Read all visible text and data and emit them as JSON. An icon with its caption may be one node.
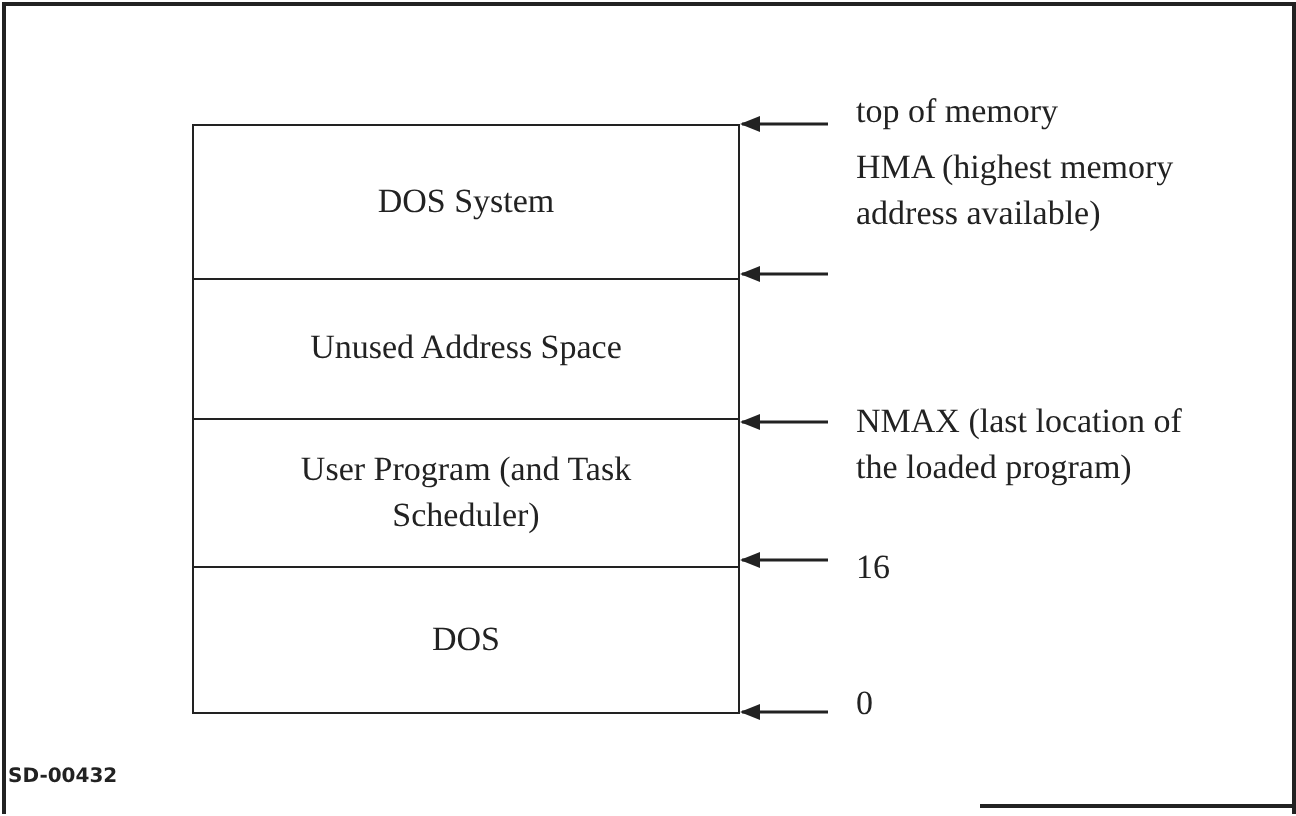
{
  "diagram": {
    "nodes": [
      {
        "text": [
          "DOS System"
        ]
      },
      {
        "text": [
          "Unused Address Space"
        ]
      },
      {
        "text": [
          "User Program (and Task Scheduler)"
        ]
      },
      {
        "text": [
          "DOS"
        ]
      },
      {
        "text": [
          "top of memory"
        ]
      },
      {
        "text": [
          "HMA (highest memory address available)"
        ]
      },
      {
        "text": [
          "NMAX (last location of the loaded program)"
        ]
      },
      {
        "text": [
          "16"
        ]
      },
      {
        "text": [
          "0"
        ]
      }
    ],
    "edges": [
      {
        "from": 4,
        "to": 0,
        "arrow": "to"
      },
      {
        "from": 5,
        "to": 1,
        "arrow": "to"
      },
      {
        "from": 6,
        "to": 2,
        "arrow": "to"
      },
      {
        "from": 7,
        "to": 3,
        "arrow": "to"
      },
      {
        "from": 8,
        "to": 3,
        "arrow": "to"
      }
    ],
    "labels": [
      "SD-00432"
    ]
  }
}
